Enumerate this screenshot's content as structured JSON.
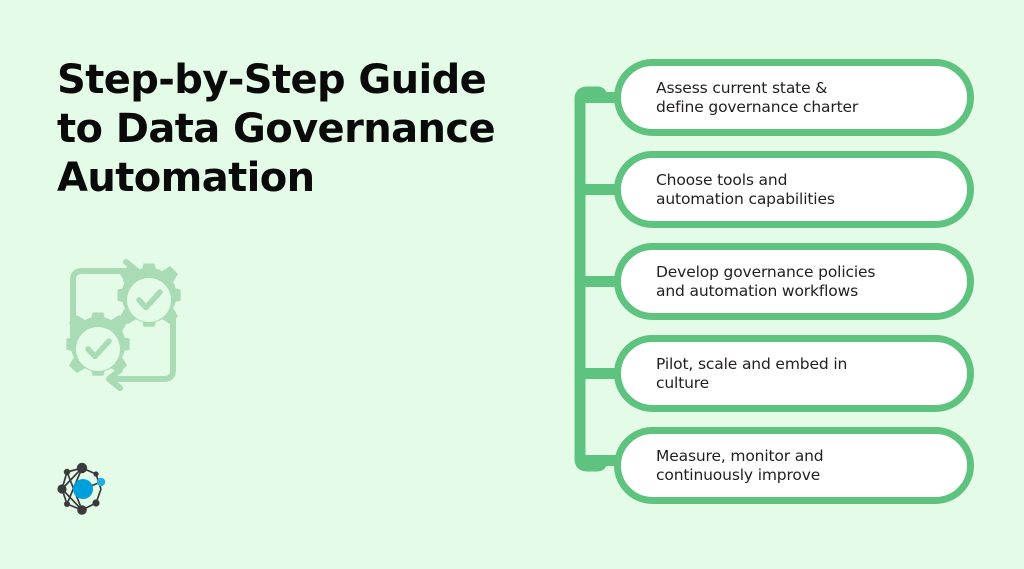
{
  "page": {
    "background_color": "#e4fbe7",
    "accent_green": "#5ec37f",
    "soft_green": "#a9dcb4",
    "title_color": "#0a0a0a",
    "body_text_color": "#231f20",
    "logo_blue": "#00a0dd",
    "logo_dark": "#3a3a3c"
  },
  "header": {
    "title": "Step-by-Step Guide to Data Governance Automation"
  },
  "illustration": {
    "gears_icon_name": "automation-gears-icon",
    "description": "two gears with check marks and circular refresh arrows"
  },
  "logo": {
    "icon_name": "network-nodes-logo",
    "description": "network of connected nodes with a highlighted blue hub"
  },
  "flow": {
    "connector_name": "flow-connector-spine",
    "steps": [
      {
        "index": 1,
        "label": "Assess current state &\ndefine governance charter"
      },
      {
        "index": 2,
        "label": "Choose tools and\nautomation capabilities"
      },
      {
        "index": 3,
        "label": "Develop governance policies\nand automation workflows"
      },
      {
        "index": 4,
        "label": "Pilot, scale and embed in\nculture"
      },
      {
        "index": 5,
        "label": "Measure, monitor and\ncontinuously improve"
      }
    ]
  }
}
